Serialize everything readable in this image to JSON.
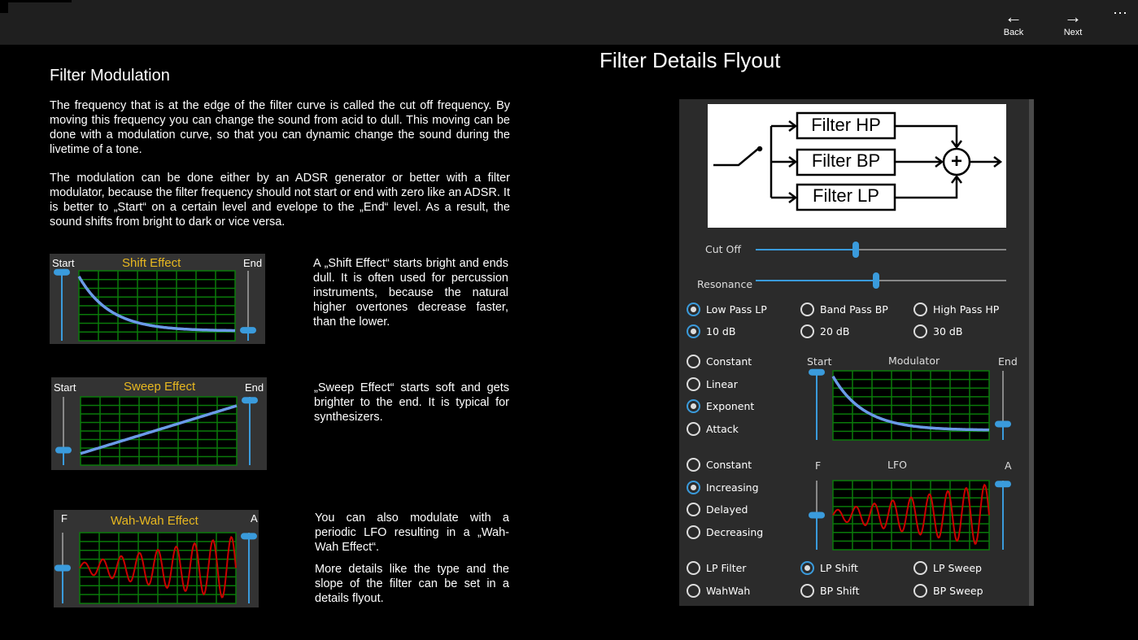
{
  "nav": {
    "back": "Back",
    "next": "Next",
    "more": "⋯",
    "back_icon": "←",
    "next_icon": "→"
  },
  "left": {
    "title": "Filter Modulation",
    "p1": "The frequency that is at the edge of the filter curve is called the cut off frequency. By moving this frequency you can change the sound from acid to dull. This moving can be done with a modulation curve, so that you can dynamic change the sound during the livetime of a tone.",
    "p2": "The modulation can be done either by an ADSR generator or better with a filter modulator, because the filter frequency should not start or end with zero like an ADSR. It is better to „Start“ on a certain level and evelope to the „End“ level. As a result, the sound shifts from bright to dark or vice versa.",
    "shift": {
      "title": "Shift Effect",
      "start": "Start",
      "end": "End",
      "text": "A „Shift Effect“ starts bright and ends dull. It is often used for percussion instruments, because the natural higher overtones decrease faster, than the lower."
    },
    "sweep": {
      "title": "Sweep Effect",
      "start": "Start",
      "end": "End",
      "text": "„Sweep Effect“ starts soft and gets brighter to the end. It is typical for synthesizers."
    },
    "wah": {
      "title": "Wah-Wah Effect",
      "f": "F",
      "a": "A",
      "text1": "You can also modulate with a periodic LFO resulting in a „Wah-Wah Effect“.",
      "text2": "More details like the type and the slope of the filter can be set in a details flyout."
    }
  },
  "flyout": {
    "title": "Filter Details Flyout",
    "diagram": {
      "hp": "Filter HP",
      "bp": "Filter BP",
      "lp": "Filter LP",
      "sum": "+"
    },
    "cutoff": {
      "label": "Cut Off",
      "value": 0.4
    },
    "resonance": {
      "label": "Resonance",
      "value": 0.48
    },
    "filter_types": [
      {
        "label": "Low Pass LP",
        "on": true
      },
      {
        "label": "Band Pass BP",
        "on": false
      },
      {
        "label": "High Pass HP",
        "on": false
      }
    ],
    "slopes": [
      {
        "label": "10 dB",
        "on": true
      },
      {
        "label": "20 dB",
        "on": false
      },
      {
        "label": "30 dB",
        "on": false
      }
    ],
    "mod_types": [
      {
        "label": "Constant",
        "on": false
      },
      {
        "label": "Linear",
        "on": false
      },
      {
        "label": "Exponent",
        "on": true
      },
      {
        "label": "Attack",
        "on": false
      }
    ],
    "modulator": {
      "title": "Modulator",
      "start": "Start",
      "end": "End"
    },
    "lfo_types": [
      {
        "label": "Constant",
        "on": false
      },
      {
        "label": "Increasing",
        "on": true
      },
      {
        "label": "Delayed",
        "on": false
      },
      {
        "label": "Decreasing",
        "on": false
      }
    ],
    "lfo": {
      "title": "LFO",
      "f": "F",
      "a": "A"
    },
    "presets": [
      {
        "label": "LP Filter",
        "on": false
      },
      {
        "label": "LP Shift",
        "on": true
      },
      {
        "label": "LP Sweep",
        "on": false
      },
      {
        "label": "WahWah",
        "on": false
      },
      {
        "label": "BP Shift",
        "on": false
      },
      {
        "label": "BP Sweep",
        "on": false
      }
    ]
  }
}
